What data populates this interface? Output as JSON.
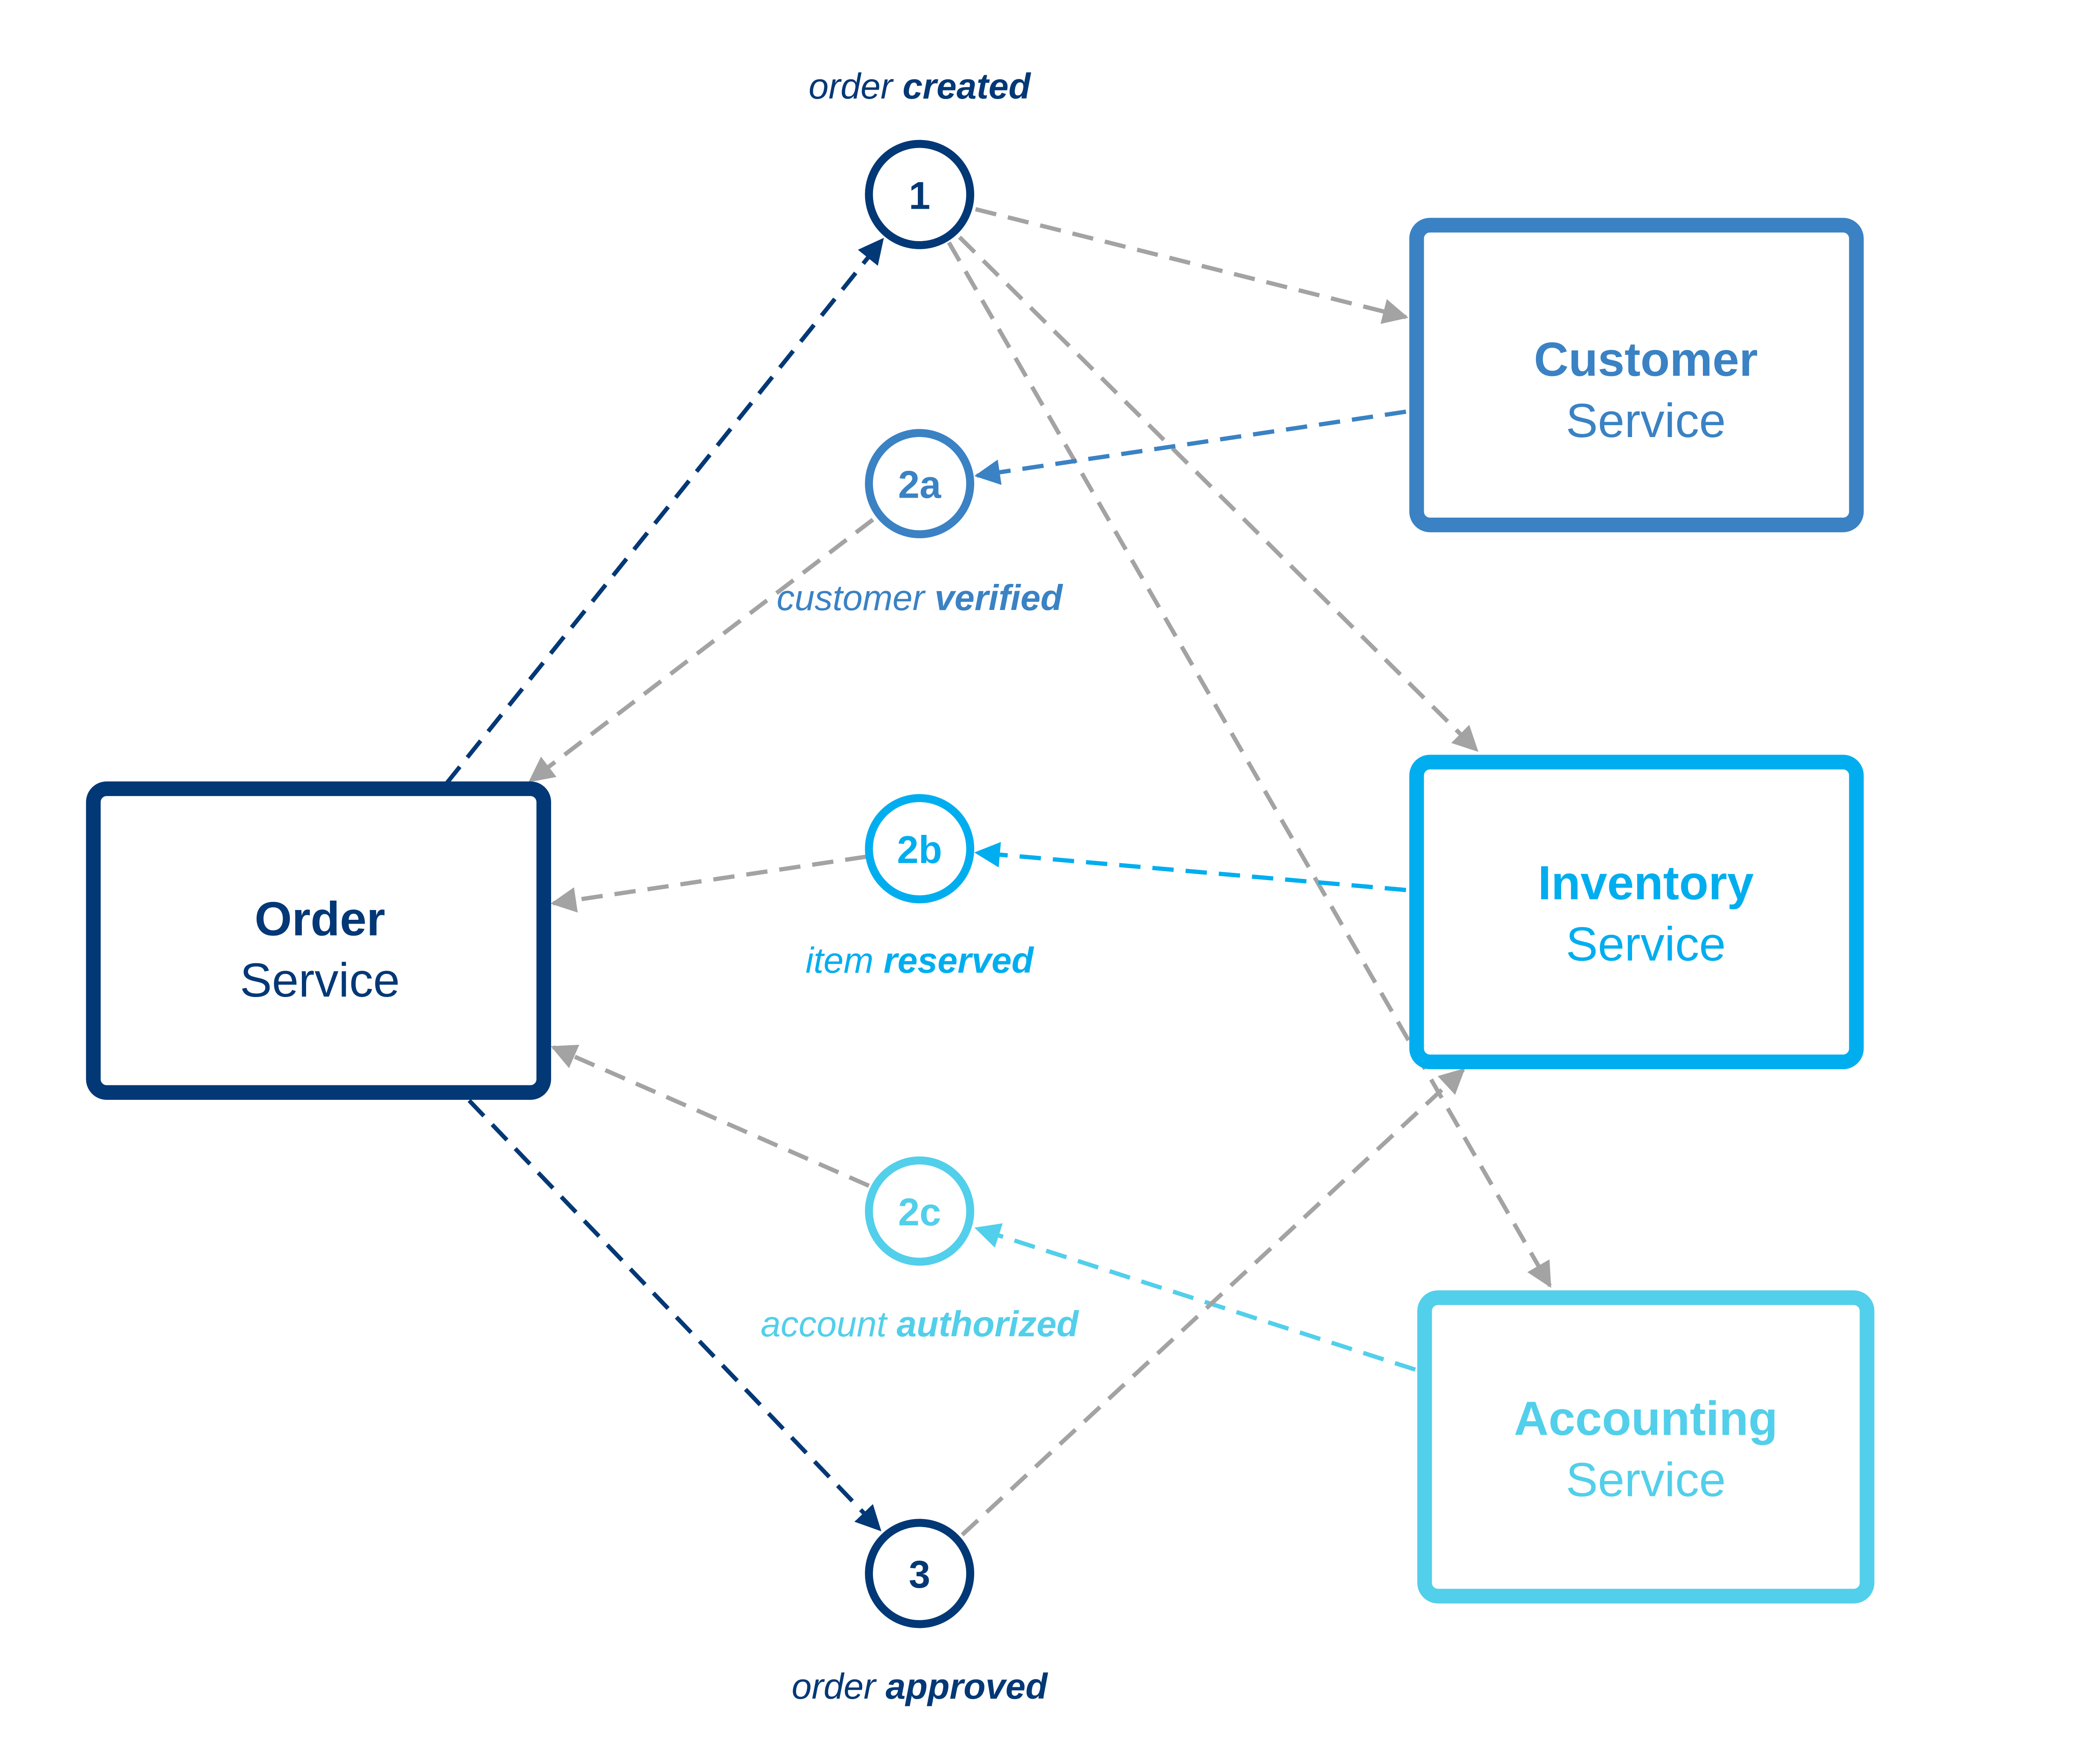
{
  "colors": {
    "order": "#023876",
    "customer": "#3a82c4",
    "inventory": "#00aeef",
    "accounting": "#52cfea",
    "neutral": "#a3a3a3"
  },
  "services": {
    "order": {
      "name": "Order",
      "suffix": "Service"
    },
    "customer": {
      "name": "Customer",
      "suffix": "Service"
    },
    "inventory": {
      "name": "Inventory",
      "suffix": "Service"
    },
    "accounting": {
      "name": "Accounting",
      "suffix": "Service"
    }
  },
  "events": {
    "e1": {
      "number": "1",
      "label_plain": "order ",
      "label_bold": "created"
    },
    "e2a": {
      "number": "2a",
      "label_plain": "customer ",
      "label_bold": "verified"
    },
    "e2b": {
      "number": "2b",
      "label_plain": "item ",
      "label_bold": "reserved"
    },
    "e2c": {
      "number": "2c",
      "label_plain": "account ",
      "label_bold": "authorized"
    },
    "e3": {
      "number": "3",
      "label_plain": "order ",
      "label_bold": "approved"
    }
  },
  "edges": [
    {
      "from": "order",
      "to": "e1",
      "color": "order"
    },
    {
      "from": "e1",
      "to": "customer",
      "color": "neutral"
    },
    {
      "from": "e1",
      "to": "inventory",
      "color": "neutral"
    },
    {
      "from": "e1",
      "to": "accounting",
      "color": "neutral"
    },
    {
      "from": "customer",
      "to": "e2a",
      "color": "customer"
    },
    {
      "from": "e2a",
      "to": "order",
      "color": "neutral"
    },
    {
      "from": "inventory",
      "to": "e2b",
      "color": "inventory"
    },
    {
      "from": "e2b",
      "to": "order",
      "color": "neutral"
    },
    {
      "from": "accounting",
      "to": "e2c",
      "color": "accounting"
    },
    {
      "from": "e2c",
      "to": "order",
      "color": "neutral"
    },
    {
      "from": "order",
      "to": "e3",
      "color": "order"
    },
    {
      "from": "e3",
      "to": "inventory",
      "color": "neutral"
    }
  ]
}
